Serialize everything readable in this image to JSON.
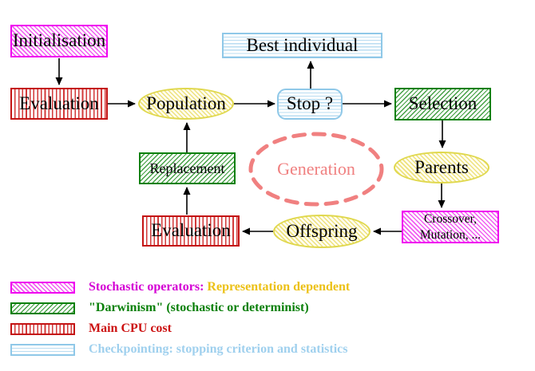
{
  "nodes": {
    "initialisation": "Initialisation",
    "evaluation_top": "Evaluation",
    "population": "Population",
    "best_individual": "Best individual",
    "stop": "Stop ?",
    "selection": "Selection",
    "replacement": "Replacement",
    "generation": "Generation",
    "parents": "Parents",
    "evaluation_bottom": "Evaluation",
    "offspring": "Offspring",
    "crossover_line1": "Crossover,",
    "crossover_line2": "Mutation, ..."
  },
  "legend": {
    "rows": [
      {
        "label": "Stochastic operators:",
        "label2": "Representation dependent"
      },
      {
        "label": "\"Darwinism\" (stochastic or determinist)"
      },
      {
        "label": "Main CPU cost"
      },
      {
        "label": "Checkpointing: stopping criterion and statistics"
      }
    ]
  },
  "colors": {
    "magenta": "#f000f0",
    "red": "#c41414",
    "green": "#0a800a",
    "cyan_border": "#8fc8e8",
    "yellow_border": "#e0d84e",
    "salmon": "#f08080",
    "legend_yellow_text": "#ecc117",
    "arrow": "#000000"
  }
}
